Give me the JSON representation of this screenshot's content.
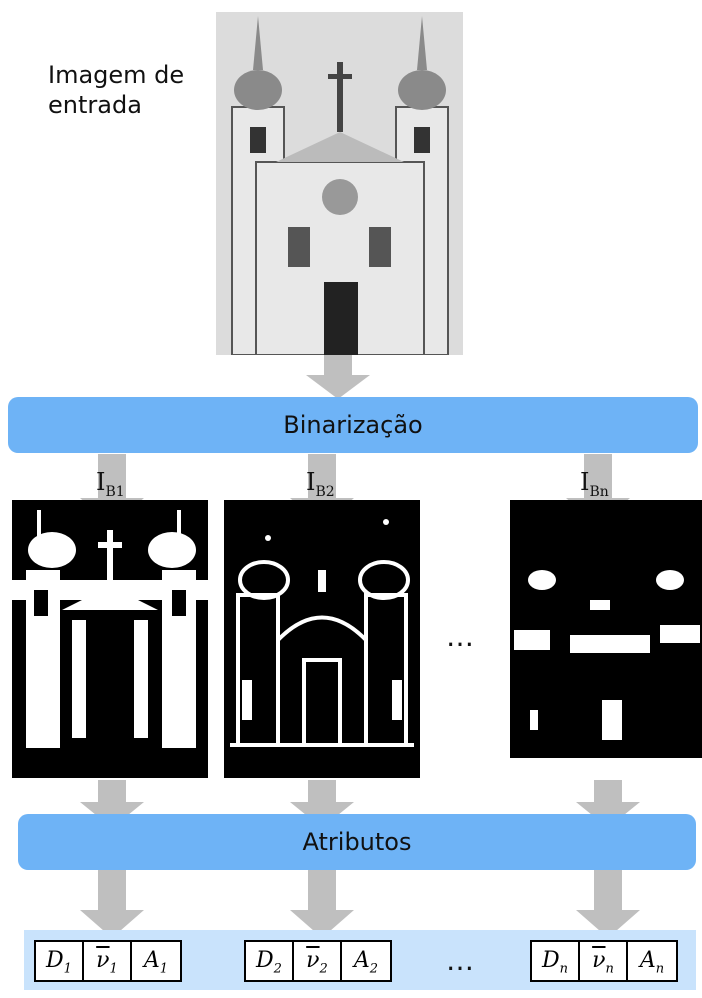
{
  "input": {
    "label_line1": "Imagem de",
    "label_line2": "entrada"
  },
  "stages": {
    "binarization": "Binarização",
    "attributes": "Atributos"
  },
  "binary_images": [
    {
      "name": "I",
      "sub": "B1"
    },
    {
      "name": "I",
      "sub": "B2"
    },
    {
      "name": "I",
      "sub": "Bn"
    }
  ],
  "ellipsis": "…",
  "features": [
    {
      "d": "D",
      "v": "ν",
      "a": "A",
      "sub": "1"
    },
    {
      "d": "D",
      "v": "ν",
      "a": "A",
      "sub": "2"
    },
    {
      "d": "D",
      "v": "ν",
      "a": "A",
      "sub": "n"
    }
  ],
  "colors": {
    "stage_bar": "#6eb3f6",
    "feature_row": "#c9e3fc",
    "arrow": "#bfbfbf"
  }
}
